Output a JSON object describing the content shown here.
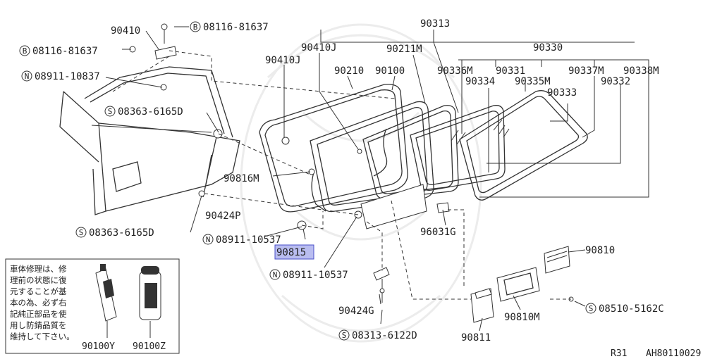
{
  "labels": {
    "p90410": "90410",
    "p90410j_a": "90410J",
    "p90410j_b": "90410J",
    "p90313": "90313",
    "p90330": "90330",
    "p90211m": "90211M",
    "p90210": "90210",
    "p90100": "90100",
    "p90336m": "90336M",
    "p90331": "90331",
    "p90335m": "90335M",
    "p90337m": "90337M",
    "p90338m": "90338M",
    "p90334": "90334",
    "p90333": "90333",
    "p90332": "90332",
    "p90816m": "90816M",
    "p90424p": "90424P",
    "p90815": "90815",
    "p96031g": "96031G",
    "p90810": "90810",
    "p90424g": "90424G",
    "p90811": "90811",
    "p90810m": "90810M",
    "p90100y": "90100Y",
    "p90100z": "90100Z"
  },
  "fasteners": {
    "bolt_top": {
      "prefix": "B",
      "code": "08116-81637"
    },
    "bolt_left": {
      "prefix": "B",
      "code": "08116-81637"
    },
    "nut_a": {
      "prefix": "N",
      "code": "08911-10837"
    },
    "screw_a": {
      "prefix": "S",
      "code": "08363-6165D"
    },
    "screw_b": {
      "prefix": "S",
      "code": "08363-6165D"
    },
    "nut_b": {
      "prefix": "N",
      "code": "08911-10537"
    },
    "nut_c": {
      "prefix": "N",
      "code": "08911-10537"
    },
    "screw_c": {
      "prefix": "S",
      "code": "08313-6122D"
    },
    "screw_d": {
      "prefix": "S",
      "code": "08510-5162C"
    }
  },
  "note_lines": [
    "車体修理は、修",
    "理前の状態に復",
    "元することが基",
    "本の為、必ず右",
    "記純正部品を使",
    "用し防錆品質を",
    "維持して下さい。"
  ],
  "footer": {
    "page_ref": "R31",
    "figure_code": "AH80110029"
  },
  "colors": {
    "highlight_fill": "#b9bdf0",
    "highlight_border": "#4a50c8",
    "line": "#333333"
  }
}
